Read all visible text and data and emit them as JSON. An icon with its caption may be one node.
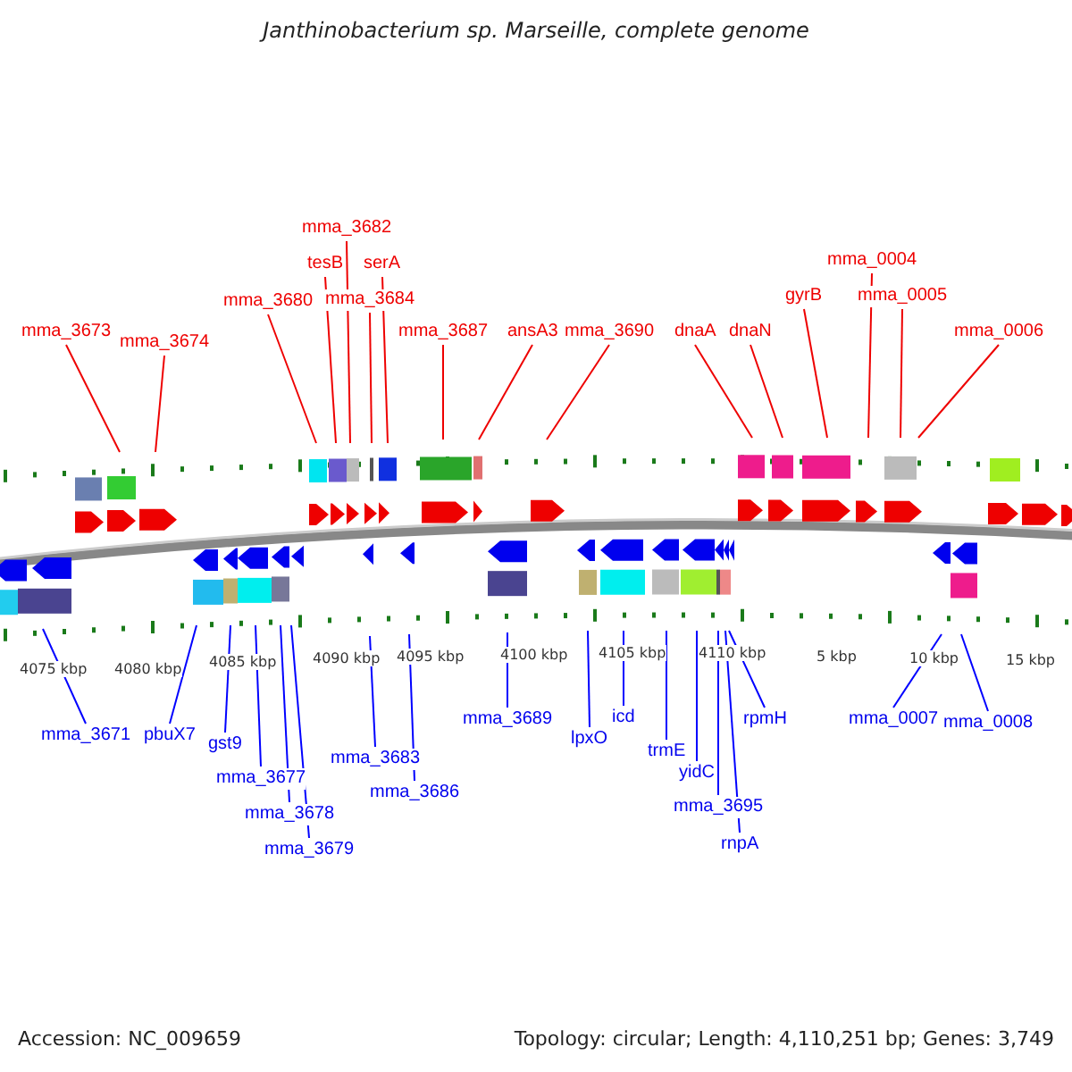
{
  "diagram": {
    "title": "Janthinobacterium sp. Marseille, complete genome",
    "nodes": [
      {
        "text": [
          "mma_3673"
        ]
      },
      {
        "text": [
          "mma_3674"
        ]
      },
      {
        "text": [
          "mma_3680"
        ]
      },
      {
        "text": [
          "mma_3682"
        ]
      },
      {
        "text": [
          "tesB"
        ]
      },
      {
        "text": [
          "serA"
        ]
      },
      {
        "text": [
          "mma_3684"
        ]
      },
      {
        "text": [
          "mma_3687"
        ]
      },
      {
        "text": [
          "ansA3"
        ]
      },
      {
        "text": [
          "mma_3690"
        ]
      },
      {
        "text": [
          "dnaA"
        ]
      },
      {
        "text": [
          "dnaN"
        ]
      },
      {
        "text": [
          "gyrB"
        ]
      },
      {
        "text": [
          "mma_0004"
        ]
      },
      {
        "text": [
          "mma_0005"
        ]
      },
      {
        "text": [
          "mma_0006"
        ]
      },
      {
        "text": [
          "mma_3671"
        ]
      },
      {
        "text": [
          "pbuX7"
        ]
      },
      {
        "text": [
          "gst9"
        ]
      },
      {
        "text": [
          "mma_3677"
        ]
      },
      {
        "text": [
          "mma_3678"
        ]
      },
      {
        "text": [
          "mma_3679"
        ]
      },
      {
        "text": [
          "mma_3683"
        ]
      },
      {
        "text": [
          "mma_3686"
        ]
      },
      {
        "text": [
          "mma_3689"
        ]
      },
      {
        "text": [
          "lpxO"
        ]
      },
      {
        "text": [
          "icd"
        ]
      },
      {
        "text": [
          "trmE"
        ]
      },
      {
        "text": [
          "yidC"
        ]
      },
      {
        "text": [
          "mma_3695"
        ]
      },
      {
        "text": [
          "rnpA"
        ]
      },
      {
        "text": [
          "rpmH"
        ]
      },
      {
        "text": [
          "mma_0007"
        ]
      },
      {
        "text": [
          "mma_0008"
        ]
      }
    ],
    "edges": [
      {
        "from": 0,
        "to": null,
        "arrow": "none",
        "color": "#ee0000"
      },
      {
        "from": 1,
        "to": null,
        "arrow": "none",
        "color": "#ee0000"
      },
      {
        "from": 2,
        "to": null,
        "arrow": "none",
        "color": "#ee0000"
      },
      {
        "from": 3,
        "to": null,
        "arrow": "none",
        "color": "#ee0000"
      },
      {
        "from": 4,
        "to": null,
        "arrow": "none",
        "color": "#ee0000"
      },
      {
        "from": 5,
        "to": null,
        "arrow": "none",
        "color": "#ee0000"
      },
      {
        "from": 6,
        "to": null,
        "arrow": "none",
        "color": "#ee0000"
      },
      {
        "from": 7,
        "to": null,
        "arrow": "none",
        "color": "#ee0000"
      },
      {
        "from": 8,
        "to": null,
        "arrow": "none",
        "color": "#ee0000"
      },
      {
        "from": 9,
        "to": null,
        "arrow": "none",
        "color": "#ee0000"
      },
      {
        "from": 10,
        "to": null,
        "arrow": "none",
        "color": "#ee0000"
      },
      {
        "from": 11,
        "to": null,
        "arrow": "none",
        "color": "#ee0000"
      },
      {
        "from": 12,
        "to": null,
        "arrow": "none",
        "color": "#ee0000"
      },
      {
        "from": 13,
        "to": null,
        "arrow": "none",
        "color": "#ee0000"
      },
      {
        "from": 14,
        "to": null,
        "arrow": "none",
        "color": "#ee0000"
      },
      {
        "from": 15,
        "to": null,
        "arrow": "none",
        "color": "#ee0000"
      },
      {
        "from": 16,
        "to": null,
        "arrow": "none",
        "color": "#0000ff"
      },
      {
        "from": 17,
        "to": null,
        "arrow": "none",
        "color": "#0000ff"
      },
      {
        "from": 18,
        "to": null,
        "arrow": "none",
        "color": "#0000ff"
      },
      {
        "from": 19,
        "to": null,
        "arrow": "none",
        "color": "#0000ff"
      },
      {
        "from": 20,
        "to": null,
        "arrow": "none",
        "color": "#0000ff"
      },
      {
        "from": 21,
        "to": null,
        "arrow": "none",
        "color": "#0000ff"
      },
      {
        "from": 22,
        "to": null,
        "arrow": "none",
        "color": "#0000ff"
      },
      {
        "from": 23,
        "to": null,
        "arrow": "none",
        "color": "#0000ff"
      },
      {
        "from": 24,
        "to": null,
        "arrow": "none",
        "color": "#0000ff"
      },
      {
        "from": 25,
        "to": null,
        "arrow": "none",
        "color": "#0000ff"
      },
      {
        "from": 26,
        "to": null,
        "arrow": "none",
        "color": "#0000ff"
      },
      {
        "from": 27,
        "to": null,
        "arrow": "none",
        "color": "#0000ff"
      },
      {
        "from": 28,
        "to": null,
        "arrow": "none",
        "color": "#0000ff"
      },
      {
        "from": 29,
        "to": null,
        "arrow": "none",
        "color": "#0000ff"
      },
      {
        "from": 30,
        "to": null,
        "arrow": "none",
        "color": "#0000ff"
      },
      {
        "from": 31,
        "to": null,
        "arrow": "none",
        "color": "#0000ff"
      },
      {
        "from": 32,
        "to": null,
        "arrow": "none",
        "color": "#0000ff"
      },
      {
        "from": 33,
        "to": null,
        "arrow": "none",
        "color": "#0000ff"
      }
    ],
    "labels": [
      "4075 kbp",
      "4080 kbp",
      "4085 kbp",
      "4090 kbp",
      "4095 kbp",
      "4100 kbp",
      "4105 kbp",
      "4110 kbp",
      "5 kbp",
      "10 kbp",
      "15 kbp",
      "Accession: NC_009659",
      "Topology: circular; Length: 4,110,251 bp; Genes: 3,749"
    ]
  }
}
